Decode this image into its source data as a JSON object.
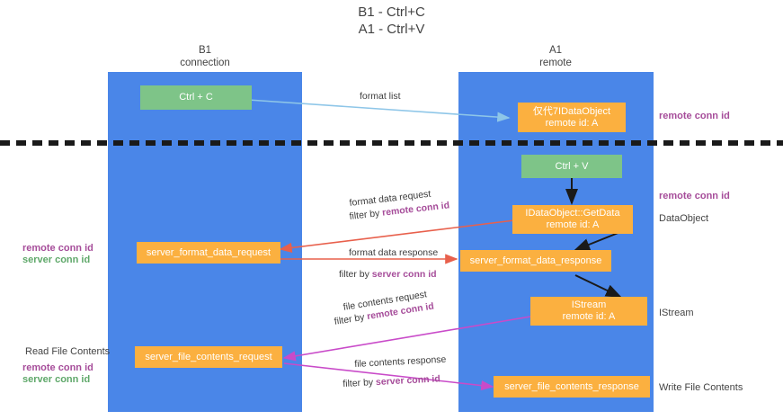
{
  "title": {
    "line1": "B1 - Ctrl+C",
    "line2": "A1 - Ctrl+V"
  },
  "columns": [
    {
      "name": "B1",
      "role": "connection"
    },
    {
      "name": "A1",
      "role": "remote"
    }
  ],
  "nodes": {
    "ctrl_c": {
      "label": "Ctrl + C"
    },
    "ctrl_v": {
      "label": "Ctrl + V"
    },
    "idataobject": {
      "line1": "仅代7IDataObject",
      "line2": "remote id: A"
    },
    "getdata": {
      "line1": "IDataObject::GetData",
      "line2": "remote id: A"
    },
    "istream": {
      "line1": "IStream",
      "line2": "remote id: A"
    },
    "server_format_data_request": {
      "label": "server_format_data_request"
    },
    "server_format_data_response": {
      "label": "server_format_data_response"
    },
    "server_file_contents_request": {
      "label": "server_file_contents_request"
    },
    "server_file_contents_response": {
      "label": "server_file_contents_response"
    }
  },
  "edges": {
    "format_list": {
      "label": "format list"
    },
    "format_data_request": {
      "label": "format data request",
      "filter_prefix": "filter by ",
      "filter_key": "remote conn id"
    },
    "format_data_response": {
      "label": "format data response",
      "filter_prefix": "filter by ",
      "filter_key": "server conn id"
    },
    "file_contents_request": {
      "label": "file contents request",
      "filter_prefix": "filter by ",
      "filter_key": "remote conn id"
    },
    "file_contents_response": {
      "label": "file contents response",
      "filter_prefix": "filter by ",
      "filter_key": "server conn id"
    }
  },
  "annotations": {
    "right_remote_conn_id_top": "remote conn id",
    "right_remote_conn_id_mid": "remote conn id",
    "right_dataobject": "DataObject",
    "right_istream": "IStream",
    "right_write_file_contents": "Write File Contents",
    "left_read_file_contents": "Read File Contents",
    "left_remote_conn_id_mid": "remote conn id",
    "left_server_conn_id_mid": "server conn id",
    "left_remote_conn_id_low": "remote conn id",
    "left_server_conn_id_low": "server conn id"
  },
  "colors": {
    "lane": "#4a86e8",
    "green_node": "#7ec488",
    "orange_node": "#fbb040",
    "purple": "#a64d9a",
    "green_text": "#5fa86a",
    "red_arrow": "#e8604c",
    "magenta_arrow": "#c94bc9",
    "blue_arrow": "#8ec6e8",
    "black_arrow": "#1a1a1a",
    "dashed": "#1a1a1a"
  }
}
